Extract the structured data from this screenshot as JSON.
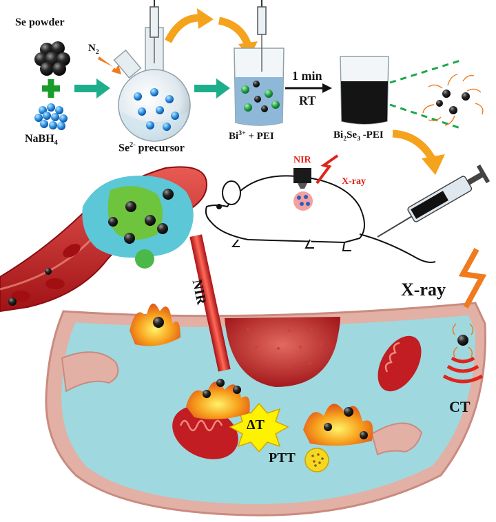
{
  "labels": {
    "se_powder": "Se powder",
    "nabh4_main": "NaBH",
    "nabh4_sub": "4",
    "n2_main": "N",
    "n2_sub": "2",
    "precursor_main": "Se",
    "precursor_sup": "2-",
    "precursor_rest": " precursor",
    "bi_main": "Bi",
    "bi_sup": "3+",
    "bi_rest": " + PEI",
    "time": "1 min",
    "rt": "RT",
    "product_a": "Bi",
    "product_sub1": "2",
    "product_b": "Se",
    "product_sub2": "3",
    "product_rest": " -PEI",
    "nir_small": "NIR",
    "xray_small": "X-ray",
    "nir_beam": "NIR",
    "xray_big": "X-ray",
    "delta_t": "ΔT",
    "ptt": "PTT",
    "ct": "CT"
  },
  "colors": {
    "arrow_green": "#1fae8c",
    "arrow_orange": "#f5a21c",
    "blood_red": "#c0191d",
    "cell_cyan": "#9fd9df",
    "nucleus": "#b52a2c",
    "flame": "#f28a18",
    "starburst": "#fff200",
    "label_red": "#e0241b"
  }
}
